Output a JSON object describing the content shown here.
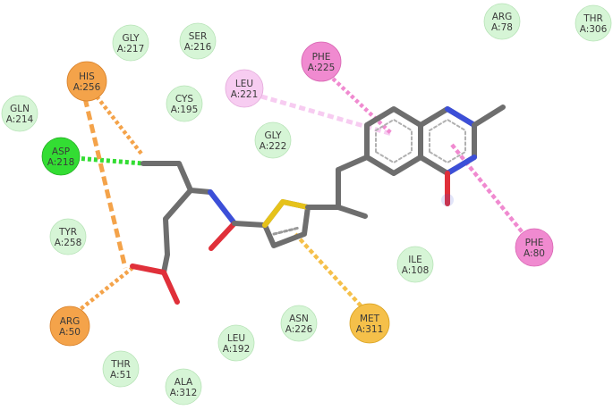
{
  "colors": {
    "vdw": "#d6f5d6",
    "vdw_stroke": "#b7e3b7",
    "hbond_strong": "#33dd33",
    "hbond_strong_stroke": "#22aa22",
    "carbon_hbond": "#f4a34a",
    "carbon_hbond_stroke": "#d9822b",
    "pi_sulfur": "#f5c04a",
    "pi_sulfur_stroke": "#d9a21f",
    "pi_pi": "#f08ad0",
    "pi_pi_stroke": "#d866b3",
    "pi_alkyl": "#f7ccf1",
    "pi_alkyl_stroke": "#e3a9da",
    "ligand_bond": "#6e6e6e",
    "oxygen": "#e0303a",
    "nitrogen": "#3c4fd8",
    "sulfur": "#e6c21a"
  },
  "residues": [
    {
      "id": "gly217",
      "name": "GLY",
      "chain": "A:217",
      "type": "vdw"
    },
    {
      "id": "ser216",
      "name": "SER",
      "chain": "A:216",
      "type": "vdw"
    },
    {
      "id": "arg78",
      "name": "ARG",
      "chain": "A:78",
      "type": "vdw"
    },
    {
      "id": "thr306",
      "name": "THR",
      "chain": "A:306",
      "type": "vdw"
    },
    {
      "id": "his256",
      "name": "HIS",
      "chain": "A:256",
      "type": "carbon_hbond"
    },
    {
      "id": "phe225",
      "name": "PHE",
      "chain": "A:225",
      "type": "pi_pi"
    },
    {
      "id": "gln214",
      "name": "GLN",
      "chain": "A:214",
      "type": "vdw"
    },
    {
      "id": "cys195",
      "name": "CYS",
      "chain": "A:195",
      "type": "vdw"
    },
    {
      "id": "leu221",
      "name": "LEU",
      "chain": "A:221",
      "type": "pi_alkyl"
    },
    {
      "id": "gly222",
      "name": "GLY",
      "chain": "A:222",
      "type": "vdw"
    },
    {
      "id": "asp218",
      "name": "ASP",
      "chain": "A:218",
      "type": "hbond_strong"
    },
    {
      "id": "tyr258",
      "name": "TYR",
      "chain": "A:258",
      "type": "vdw"
    },
    {
      "id": "phe80",
      "name": "PHE",
      "chain": "A:80",
      "type": "pi_pi"
    },
    {
      "id": "ile108",
      "name": "ILE",
      "chain": "A:108",
      "type": "vdw"
    },
    {
      "id": "arg50",
      "name": "ARG",
      "chain": "A:50",
      "type": "carbon_hbond"
    },
    {
      "id": "asn226",
      "name": "ASN",
      "chain": "A:226",
      "type": "vdw"
    },
    {
      "id": "met311",
      "name": "MET",
      "chain": "A:311",
      "type": "pi_sulfur"
    },
    {
      "id": "leu192",
      "name": "LEU",
      "chain": "A:192",
      "type": "vdw"
    },
    {
      "id": "thr51",
      "name": "THR",
      "chain": "A:51",
      "type": "vdw"
    },
    {
      "id": "ala312",
      "name": "ALA",
      "chain": "A:312",
      "type": "vdw"
    }
  ]
}
